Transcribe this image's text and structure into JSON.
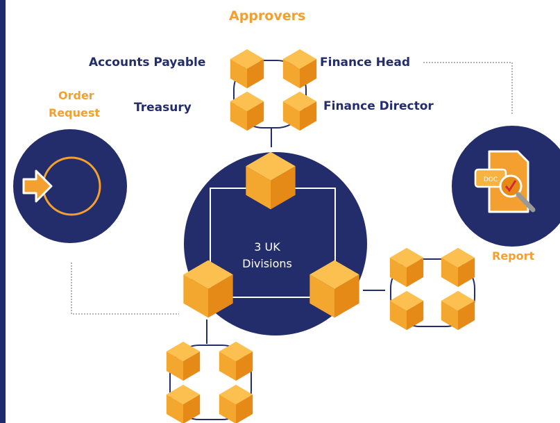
{
  "title": "Approvers",
  "approvers": [
    "Accounts Payable",
    "Finance Head",
    "Treasury",
    "Finance Director"
  ],
  "order_request": [
    "Order",
    "Request"
  ],
  "report": "Report",
  "doc_label": "DOC",
  "center": [
    "3 UK",
    "Divisions"
  ],
  "colors": {
    "navy": "#232d6b",
    "orange": "#f3a030",
    "cube_light": "#f6b340",
    "cube_dark": "#e68a17"
  }
}
